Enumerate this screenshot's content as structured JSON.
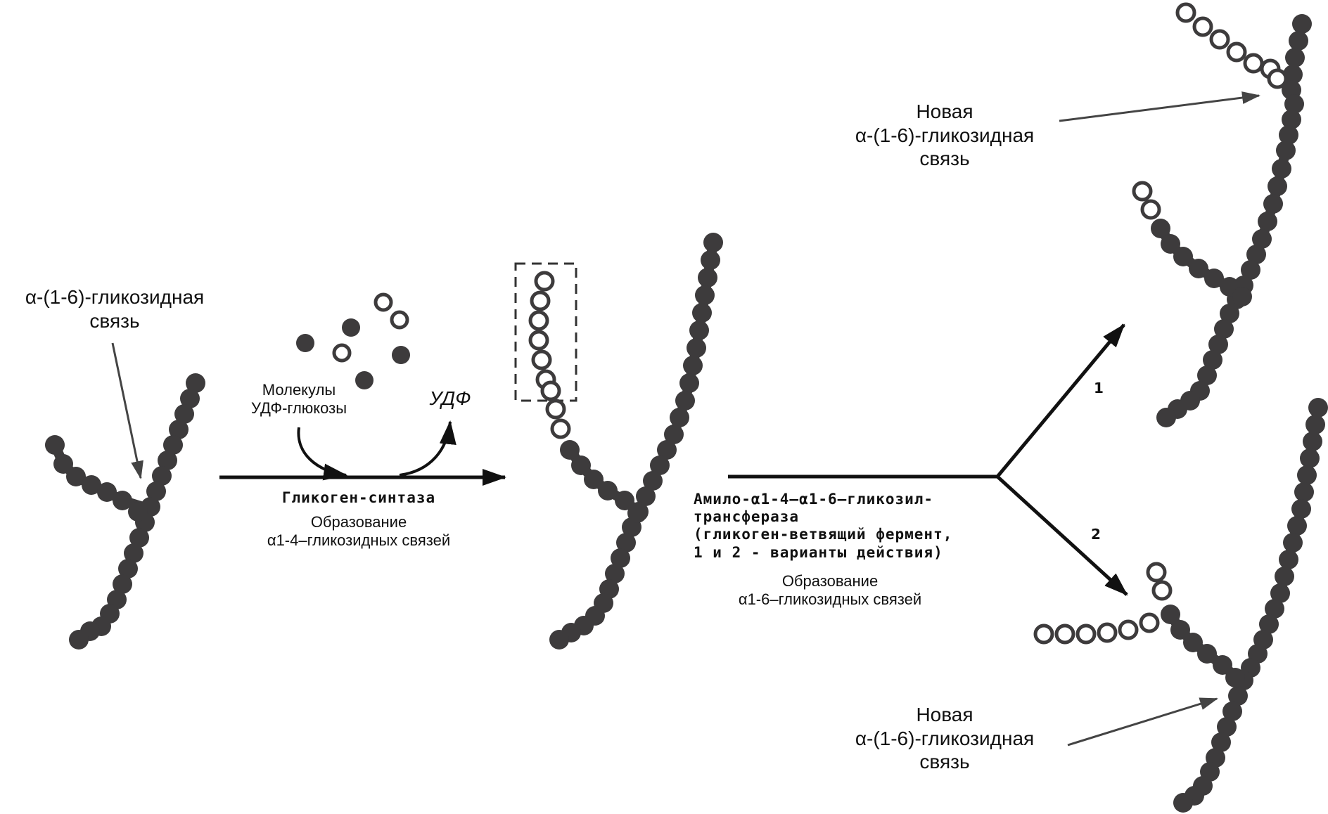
{
  "labels": {
    "bond_initial": [
      "α-(1-6)-гликозидная",
      "связь"
    ],
    "udp_glucose": [
      "Молекулы",
      "УДФ-глюкозы"
    ],
    "udp": "УДФ",
    "synthase_name": "Гликоген-синтаза",
    "synthase_effect": [
      "Образование",
      "α1-4–гликозидных связей"
    ],
    "transferase_name": [
      "Амило-α1-4–α1-6–гликозил-",
      "трансфераза",
      "(гликоген-ветвящий фермент,",
      "1 и 2 - варианты действия)"
    ],
    "transferase_effect": [
      "Образование",
      "α1-6–гликозидных связей"
    ],
    "variant_1": "1",
    "variant_2": "2",
    "new_bond_top": [
      "Новая",
      "α-(1-6)-гликозидная",
      "связь"
    ],
    "new_bond_bottom": [
      "Новая",
      "α-(1-6)-гликозидная",
      "связь"
    ]
  },
  "colors": {
    "glucose_filled": "#3d3b3c",
    "glucose_new": "#3d3b3c",
    "arrow": "#111111",
    "pointer": "#444444"
  }
}
